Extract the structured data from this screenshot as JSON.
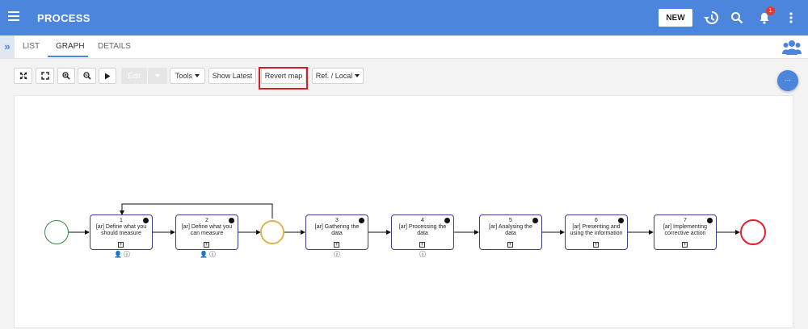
{
  "header": {
    "title": "PROCESS",
    "new_label": "NEW",
    "notification_count": "1"
  },
  "tabs": [
    {
      "label": "LIST"
    },
    {
      "label": "GRAPH"
    },
    {
      "label": "DETAILS"
    }
  ],
  "toolbar": {
    "edit_label": "Edit",
    "tools_label": "Tools",
    "show_latest_label": "Show Latest",
    "revert_map_label": "Revert map",
    "ref_local_label": "Ref. / Local"
  },
  "process": {
    "activities": [
      {
        "number": "1",
        "name": "[ar] Define what you should measure"
      },
      {
        "number": "2",
        "name": "[ar] Define what you can measure"
      },
      {
        "number": "3",
        "name": "[ar] Gathering the data"
      },
      {
        "number": "4",
        "name": "[ar] Processing the data"
      },
      {
        "number": "5",
        "name": "[ar] Analysing the data"
      },
      {
        "number": "6",
        "name": "[ar] Presenting and using the information"
      },
      {
        "number": "7",
        "name": "[ar] Implementing corrective action"
      }
    ]
  },
  "colors": {
    "brand": "#4c86dc",
    "start_event": "#2e8b3a",
    "end_event": "#e0202a",
    "gateway": "#e0b24e",
    "activity_border": "#3e3c8c",
    "highlight": "#d51f26"
  },
  "icons": [
    "menu-icon",
    "history-icon",
    "search-icon",
    "bell-icon",
    "more-vert-icon",
    "users-icon",
    "fit-icon",
    "fullscreen-icon",
    "zoom-in-icon",
    "zoom-out-icon",
    "play-icon",
    "globe-icon",
    "user-icon",
    "info-icon",
    "expand-icon"
  ]
}
